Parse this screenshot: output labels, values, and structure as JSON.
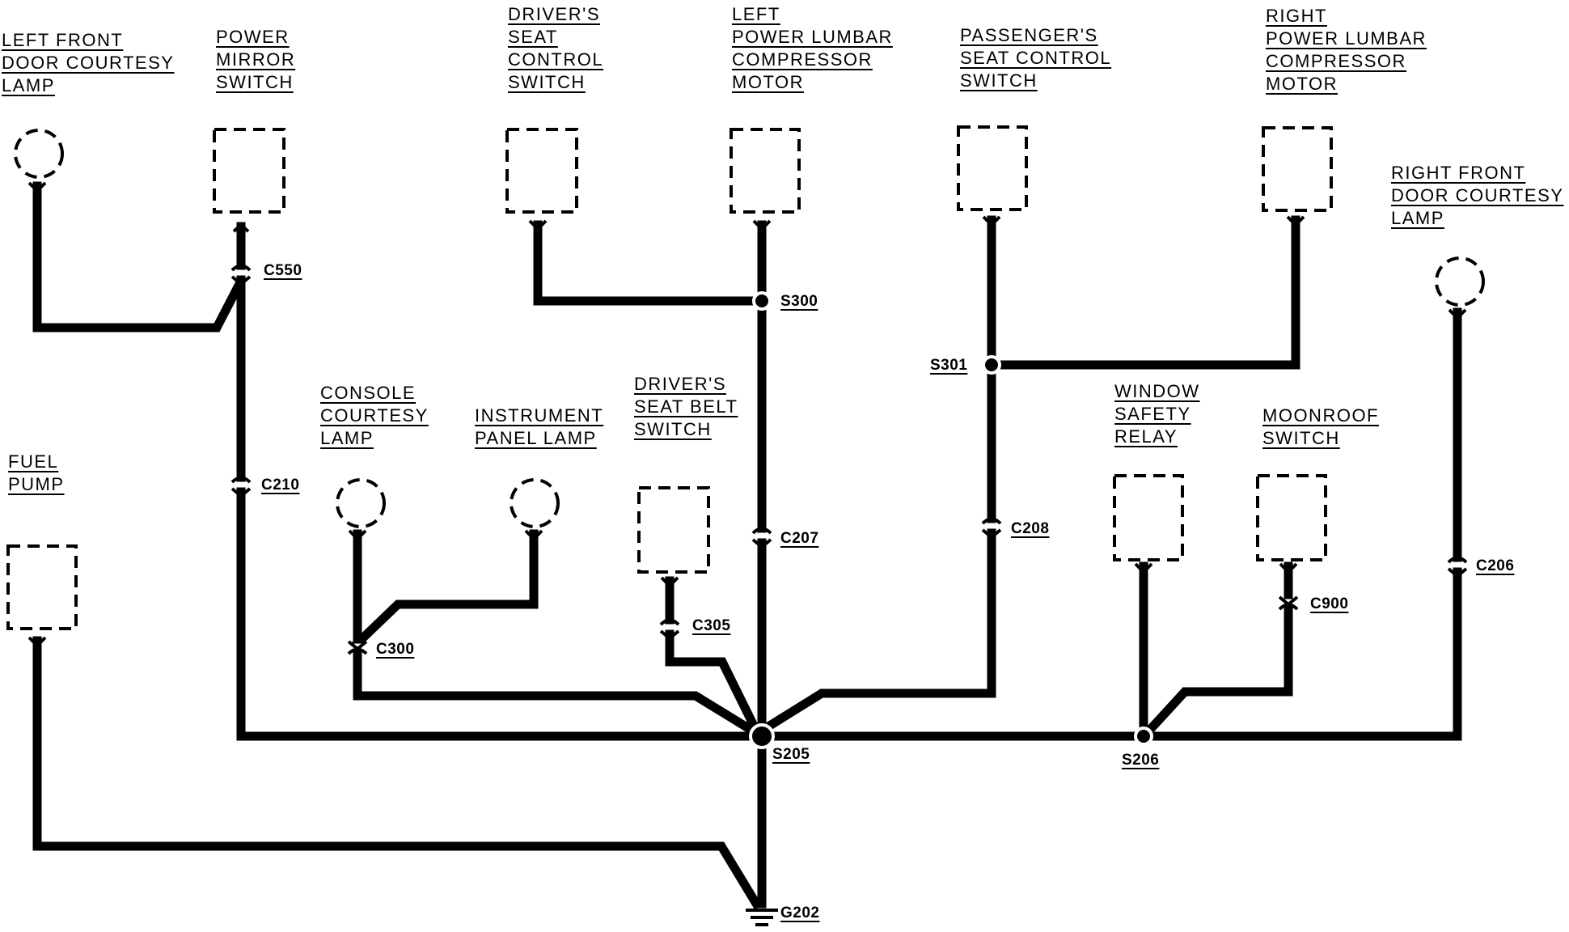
{
  "components": {
    "left_front_door_courtesy_lamp": {
      "lines": [
        "LEFT FRONT",
        "DOOR COURTESY",
        "LAMP"
      ]
    },
    "power_mirror_switch": {
      "lines": [
        "POWER",
        "MIRROR",
        "SWITCH"
      ]
    },
    "drivers_seat_control_switch": {
      "lines": [
        "DRIVER'S",
        "SEAT",
        "CONTROL",
        "SWITCH"
      ]
    },
    "left_power_lumbar_compressor_motor": {
      "lines": [
        "LEFT",
        "POWER LUMBAR",
        "COMPRESSOR",
        "MOTOR"
      ]
    },
    "passengers_seat_control_switch": {
      "lines": [
        "PASSENGER'S",
        "SEAT CONTROL",
        "SWITCH"
      ]
    },
    "right_power_lumbar_compressor_motor": {
      "lines": [
        "RIGHT",
        "POWER LUMBAR",
        "COMPRESSOR",
        "MOTOR"
      ]
    },
    "right_front_door_courtesy_lamp": {
      "lines": [
        "RIGHT FRONT",
        "DOOR COURTESY",
        "LAMP"
      ]
    },
    "console_courtesy_lamp": {
      "lines": [
        "CONSOLE",
        "COURTESY",
        "LAMP"
      ]
    },
    "instrument_panel_lamp": {
      "lines": [
        "INSTRUMENT",
        "PANEL LAMP"
      ]
    },
    "drivers_seat_belt_switch": {
      "lines": [
        "DRIVER'S",
        "SEAT BELT",
        "SWITCH"
      ]
    },
    "window_safety_relay": {
      "lines": [
        "WINDOW",
        "SAFETY",
        "RELAY"
      ]
    },
    "moonroof_switch": {
      "lines": [
        "MOONROOF",
        "SWITCH"
      ]
    },
    "fuel_pump": {
      "lines": [
        "FUEL",
        "PUMP"
      ]
    }
  },
  "connectors": {
    "c550": "C550",
    "c210": "C210",
    "c300": "C300",
    "c305": "C305",
    "c207": "C207",
    "c208": "C208",
    "c900": "C900",
    "c206": "C206"
  },
  "splices": {
    "s300": "S300",
    "s301": "S301",
    "s205": "S205",
    "s206": "S206"
  },
  "ground": {
    "g202": "G202"
  }
}
